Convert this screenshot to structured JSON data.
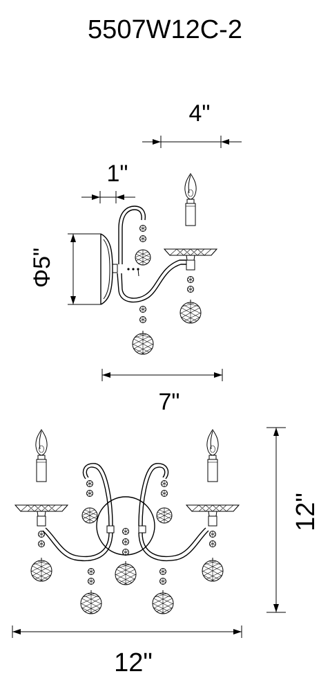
{
  "model": "5507W12C-2",
  "side_view": {
    "dim_depth": "4\"",
    "dim_offset": "1\"",
    "dim_plate": "Φ5\"",
    "dim_projection": "7\""
  },
  "front_view": {
    "dim_height": "12\"",
    "dim_width": "12\""
  },
  "colors": {
    "line": "#000000",
    "background": "#ffffff"
  }
}
